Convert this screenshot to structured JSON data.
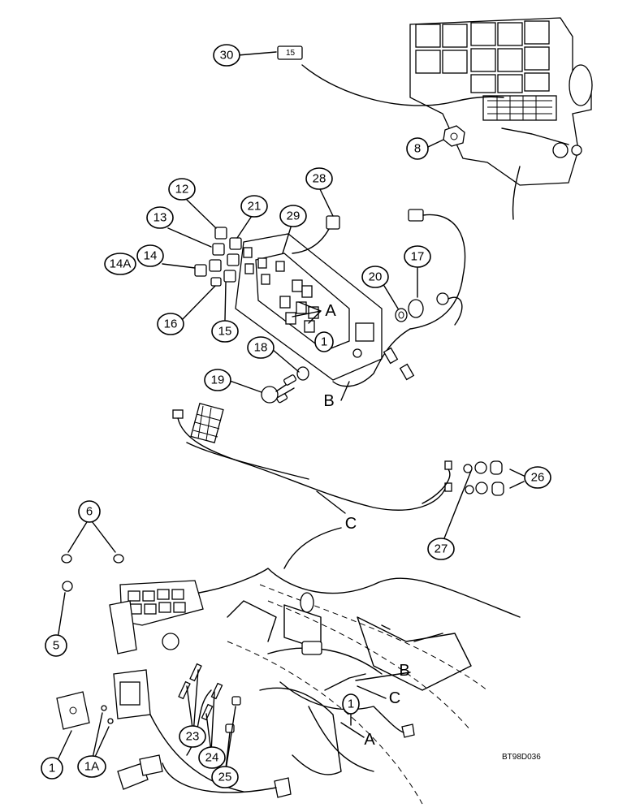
{
  "callouts": {
    "c30": "30",
    "c8": "8",
    "c12": "12",
    "c21": "21",
    "c28": "28",
    "c29": "29",
    "c13": "13",
    "c14": "14",
    "c14a": "14A",
    "c16": "16",
    "c15": "15",
    "c17": "17",
    "c20": "20",
    "c1_panel": "1",
    "c18": "18",
    "c19": "19",
    "c26": "26",
    "c27": "27",
    "c6": "6",
    "c5": "5",
    "c1_bottom": "1",
    "c1a": "1A",
    "c23": "23",
    "c24": "24",
    "c25": "25",
    "c1_harness": "1"
  },
  "letters": {
    "a_panel": "A",
    "b_panel": "B",
    "c_harness": "C",
    "b_bottom": "B",
    "c_bottom": "C",
    "a_bottom": "A"
  },
  "fuse_label": "15",
  "figure_ref": "BT98D036"
}
